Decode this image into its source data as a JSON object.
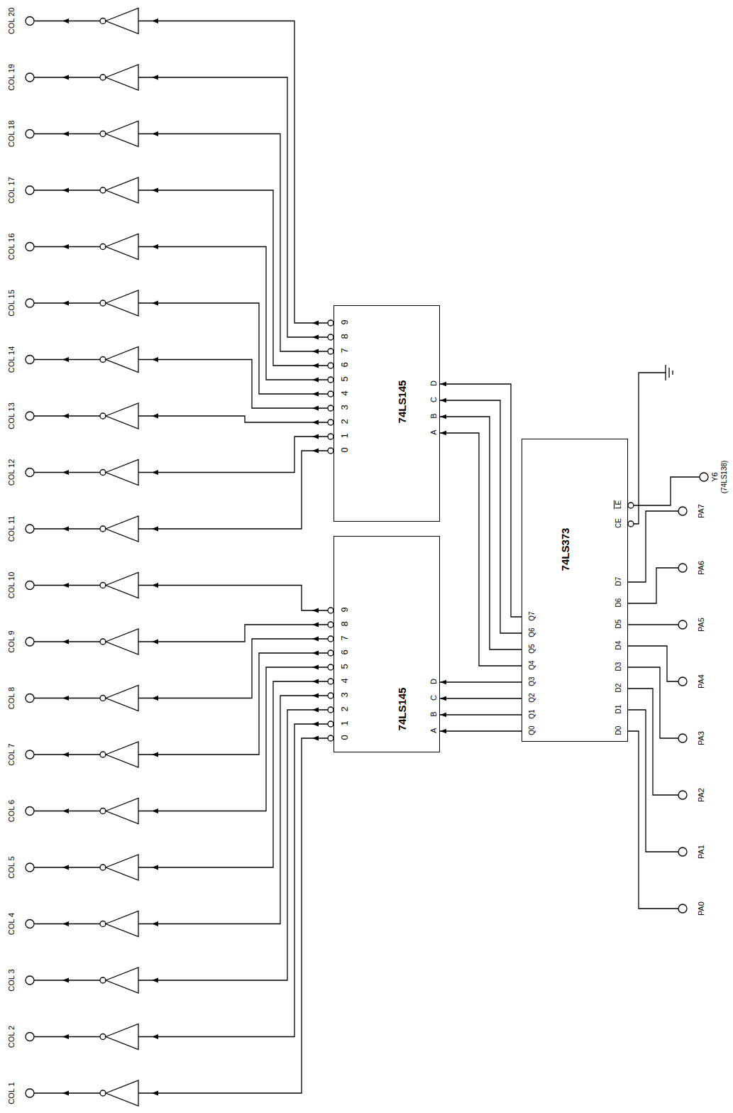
{
  "diagram": {
    "nodes": [
      {
        "text": [
          "74LS145",
          "0",
          "1",
          "2",
          "3",
          "4",
          "5",
          "6",
          "7",
          "8",
          "9",
          "A",
          "B",
          "C",
          "D"
        ]
      },
      {
        "text": [
          "74LS145",
          "0",
          "1",
          "2",
          "3",
          "4",
          "5",
          "6",
          "7",
          "8",
          "9",
          "A",
          "B",
          "C",
          "D"
        ]
      },
      {
        "text": [
          "74LS373",
          "Q0",
          "Q1",
          "Q2",
          "Q3",
          "Q4",
          "Q5",
          "Q6",
          "Q7",
          "D0",
          "D1",
          "D2",
          "D3",
          "D4",
          "D5",
          "D6",
          "D7",
          "CE",
          "LE"
        ]
      }
    ],
    "edges": [
      {
        "from": 2,
        "to": 0,
        "arrow": "to"
      },
      {
        "from": 2,
        "to": 0,
        "arrow": "to"
      },
      {
        "from": 2,
        "to": 0,
        "arrow": "to"
      },
      {
        "from": 2,
        "to": 0,
        "arrow": "to"
      },
      {
        "from": 2,
        "to": 1,
        "arrow": "to"
      },
      {
        "from": 2,
        "to": 1,
        "arrow": "to"
      },
      {
        "from": 2,
        "to": 1,
        "arrow": "to"
      },
      {
        "from": 2,
        "to": 1,
        "arrow": "to"
      }
    ],
    "labels": [
      "COL 1",
      "COL 2",
      "COL 3",
      "COL 4",
      "COL 5",
      "COL 6",
      "COL 7",
      "COL 8",
      "COL 9",
      "COL 10",
      "COL 11",
      "COL 12",
      "COL 13",
      "COL 14",
      "COL 15",
      "COL 16",
      "COL 17",
      "COL 18",
      "COL 19",
      "COL 20",
      "PA0",
      "PA1",
      "PA2",
      "PA3",
      "PA4",
      "PA5",
      "PA6",
      "PA7",
      "Y6",
      "(74LS138)"
    ]
  }
}
